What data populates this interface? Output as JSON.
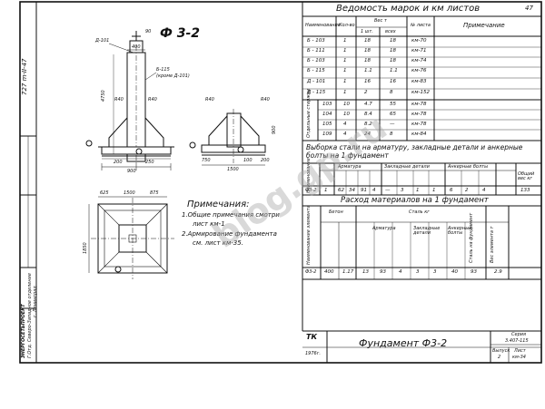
{
  "sheet": {
    "page_no": "47",
    "left_code": "727 m-II-47",
    "main_title": "Ф 3-2",
    "stamp_org": "ЭНЕРГОСЕТЬПРОЕКТ",
    "stamp_dept": "Г.Отд. Северо-Западное отделение",
    "stamp_city": "г. Ленинград",
    "stamp_mark": "ТК",
    "stamp_year": "1976г.",
    "stamp_title": "Фундамент Ф3-2",
    "stamp_series_label": "Серия",
    "stamp_series": "3.407-115",
    "stamp_issue_label": "Выпуск",
    "stamp_issue": "2",
    "stamp_sheet_label": "Лист",
    "stamp_sheet": "км-34"
  },
  "drawing": {
    "dims": {
      "w400": "400",
      "w90": "90",
      "d101": "Д-101",
      "b115": "Б-115",
      "b115_note": "(кроме Д-101)",
      "r40a": "R40",
      "r40b": "R40",
      "r40c": "R40",
      "r40d": "R40",
      "h4750": "4750",
      "w200a": "200",
      "w250a": "250",
      "w900": "900",
      "w750": "750",
      "w1500": "1500",
      "d100": "100",
      "d200": "200",
      "h900": "900",
      "h1850": "1850",
      "t625": "625",
      "t1500": "1500",
      "t875": "875"
    }
  },
  "notes": {
    "heading": "Примечания:",
    "line1": "1.Общие примечания смотри",
    "line1b": "лист км-1",
    "line2": "2.Армирование фундамента",
    "line2b": "см. лист км-35."
  },
  "vedomost": {
    "title": "Ведомость марок и км листов",
    "h_name": "Наименование",
    "h_count": "Кол-во",
    "h_weight": "Вес т",
    "h_one": "1 шт.",
    "h_all": "всех",
    "h_sheet": "№ листа",
    "h_note": "Примечание",
    "rows": [
      {
        "name": "Б - 103",
        "n": "1",
        "w1": "18",
        "wa": "18",
        "sh": "км-70"
      },
      {
        "name": "Б - 111",
        "n": "1",
        "w1": "18",
        "wa": "18",
        "sh": "км-71"
      },
      {
        "name": "Б - 103",
        "n": "1",
        "w1": "18",
        "wa": "18",
        "sh": "км-74"
      },
      {
        "name": "Б - 115",
        "n": "1",
        "w1": "1.1",
        "wa": "1.1",
        "sh": "км-76"
      },
      {
        "name": "Д - 101",
        "n": "1",
        "w1": "16",
        "wa": "16",
        "sh": "км-83"
      },
      {
        "name": "Д - 115",
        "n": "1",
        "w1": "2",
        "wa": "8",
        "sh": "км-152"
      }
    ],
    "group_label": "Отдельные стержни",
    "rows2": [
      {
        "name": "103",
        "n": "10",
        "w1": "4.7",
        "wa": "55",
        "sh": "км-78"
      },
      {
        "name": "104",
        "n": "10",
        "w1": "8.4",
        "wa": "65",
        "sh": "км-78"
      },
      {
        "name": "105",
        "n": "4",
        "w1": "8.2",
        "wa": "—",
        "sh": "км-78"
      },
      {
        "name": "109",
        "n": "4",
        "w1": "24",
        "wa": "8",
        "sh": "км-84"
      }
    ]
  },
  "vyborka": {
    "title": "Выборка стали на арматуру, закладные детали и анкерные болты на 1 фундамент",
    "h_name": "Наименование",
    "h_arm": "Арматура",
    "h_zakl": "Закладные детали",
    "h_ank": "Анкерные болты",
    "h_total": "Общий вес кг",
    "row_name": "Ф3-2",
    "row": [
      "1",
      "62",
      "34",
      "91",
      "4",
      "—",
      "3",
      "1",
      "1",
      "6",
      "2",
      "4",
      "133"
    ]
  },
  "rashod": {
    "title": "Расход материалов на 1 фундамент",
    "h_name": "Наименование элемента",
    "h_beton": "Бетон",
    "h_steel": "Сталь кг",
    "h_arm": "Арматура",
    "h_zakl": "Закладные детали",
    "h_ank": "Анкерные болты",
    "h_sum": "Сталь на фундамент",
    "h_ves": "Вес элемента т",
    "row_name": "Ф3-2",
    "row": [
      "400",
      "1.17",
      "13",
      "93",
      "4",
      "3",
      "3",
      "40",
      "93",
      "2.9"
    ]
  },
  "watermark": "blog.gp.ru"
}
